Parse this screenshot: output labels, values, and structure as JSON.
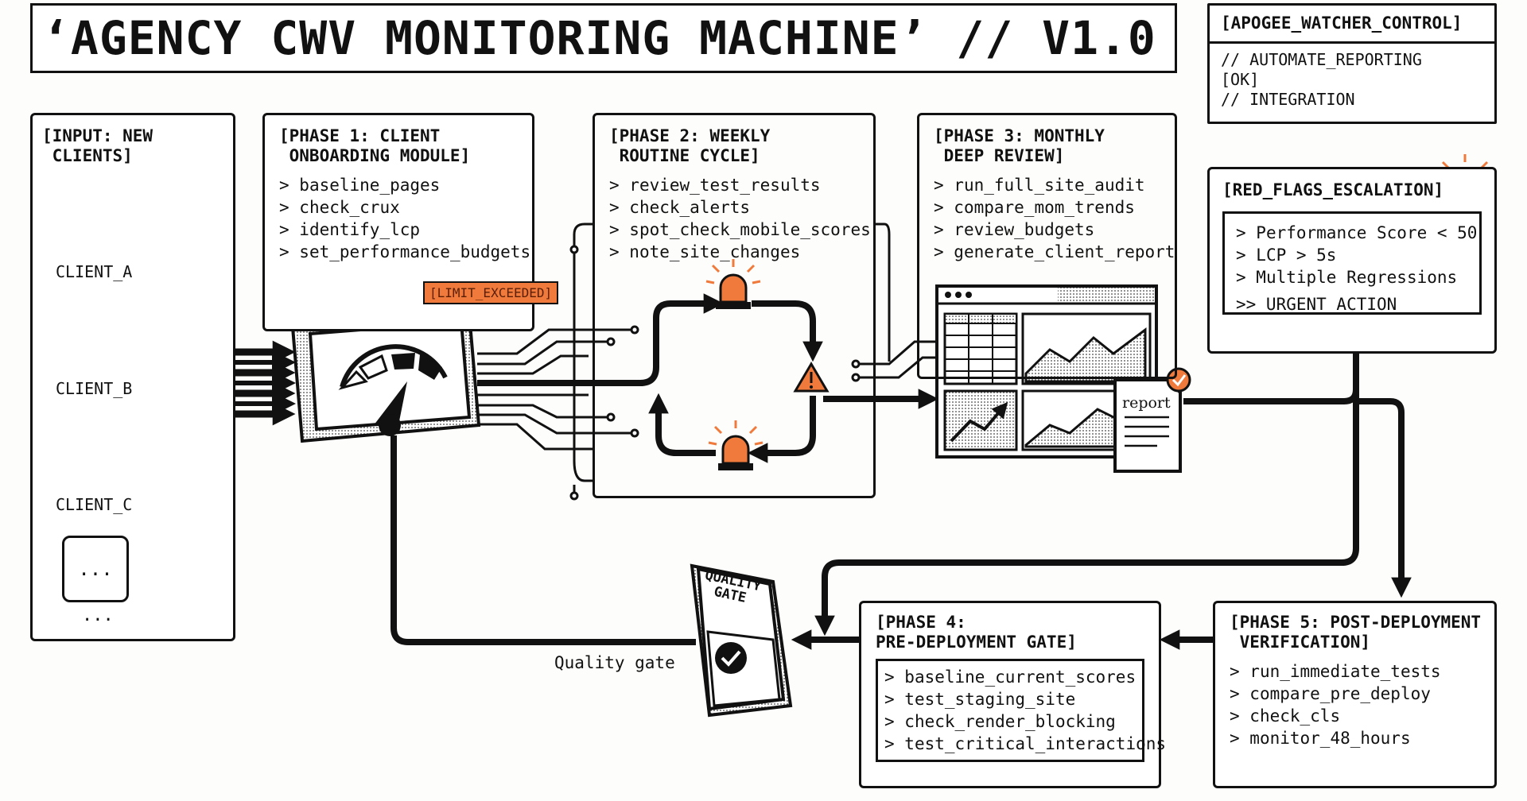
{
  "title": "‘AGENCY CWV MONITORING MACHINE’ // V1.0",
  "control_panel": {
    "header": "[APOGEE_WATCHER_CONTROL]",
    "lines": [
      "// AUTOMATE_REPORTING",
      "[OK]",
      "// INTEGRATION"
    ]
  },
  "input": {
    "header": "[INPUT: NEW\n CLIENTS]",
    "clients": [
      "CLIENT_A",
      "CLIENT_B",
      "CLIENT_C"
    ],
    "more_box": "...",
    "more_label": "..."
  },
  "phase1": {
    "header": "[PHASE 1: CLIENT\n ONBOARDING MODULE]",
    "items": [
      "baseline_pages",
      "check_crux",
      "identify_lcp",
      "set_performance_budgets"
    ]
  },
  "phase2": {
    "header": "[PHASE 2: WEEKLY\n ROUTINE CYCLE]",
    "items": [
      "review_test_results",
      "check_alerts",
      "spot_check_mobile_scores",
      "note_site_changes"
    ]
  },
  "phase3": {
    "header": "[PHASE 3: MONTHLY\n DEEP REVIEW]",
    "items": [
      "run_full_site_audit",
      "compare_mom_trends",
      "review_budgets",
      "generate_client_report"
    ]
  },
  "red_flags": {
    "header": "[RED_FLAGS_ESCALATION]",
    "items": [
      "Performance Score < 50",
      "LCP > 5s",
      "Multiple Regressions"
    ],
    "urgent": ">> URGENT_ACTION"
  },
  "phase4": {
    "header": "[PHASE 4:\nPRE-DEPLOYMENT GATE]",
    "items": [
      "baseline_current_scores",
      "test_staging_site",
      "check_render_blocking",
      "test_critical_interactions"
    ]
  },
  "phase5": {
    "header": "[PHASE 5: POST-DEPLOYMENT\n VERIFICATION]",
    "items": [
      "run_immediate_tests",
      "compare_pre_deploy",
      "check_cls",
      "monitor_48_hours"
    ]
  },
  "limit_tag": "[LIMIT_EXCEEDED]",
  "report_label": "report",
  "gate_badge": "QUALITY\nGATE",
  "quality_gate_label": "Quality gate",
  "colors": {
    "accent": "#f07a3c",
    "ink": "#111111",
    "background": "#fdfdfb"
  }
}
